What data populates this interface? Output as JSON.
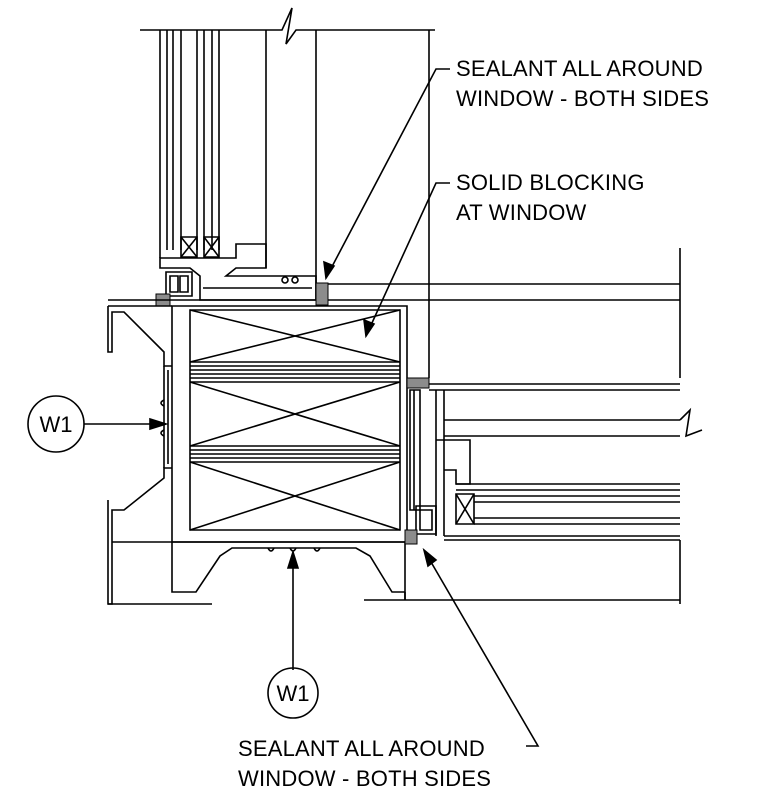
{
  "callouts": {
    "sealant_top": {
      "line1": "SEALANT ALL AROUND",
      "line2": "WINDOW - BOTH SIDES"
    },
    "solid_blocking": {
      "line1": "SOLID BLOCKING",
      "line2": "AT WINDOW"
    },
    "sealant_bottom": {
      "line1": "SEALANT ALL AROUND",
      "line2": "WINDOW - BOTH SIDES"
    }
  },
  "tags": {
    "w1_left": "W1",
    "w1_bottom": "W1"
  },
  "colors": {
    "line": "#000000",
    "sealant": "#8c8c8c",
    "background": "#ffffff"
  }
}
